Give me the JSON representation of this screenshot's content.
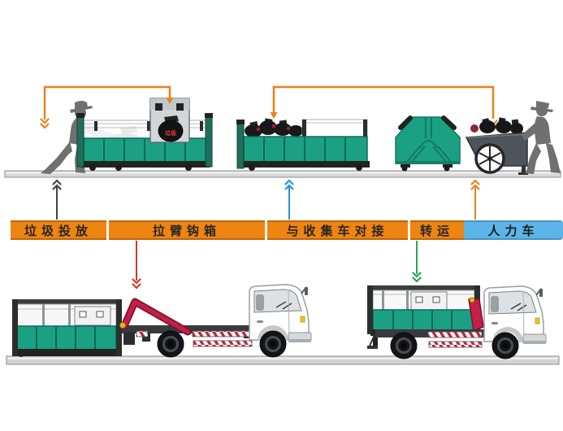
{
  "banner": {
    "segments": [
      {
        "label": "垃圾投放"
      },
      {
        "label": "拉臂钩箱"
      },
      {
        "label": "与收集车对接"
      },
      {
        "label": "转运"
      },
      {
        "label": "人力车"
      }
    ],
    "orange_color": "#EE8412",
    "blue_color": "#5CB5E6",
    "divider_color": "#FDF8EC",
    "text_color": "#262626"
  },
  "scene": {
    "bag_label": "垃圾",
    "figures": [
      "resident-dropping-bag",
      "hook-container-with-hopper",
      "open-top-container",
      "sealed-transfer-container",
      "hand-cart",
      "sanitation-worker",
      "hook-lift-truck",
      "container-transfer-truck"
    ]
  },
  "colors": {
    "container_green": "#1BA084",
    "dark_trim": "#20251F",
    "hook_arm_red": "#C22047",
    "hazard_red": "#C3273A",
    "arrow_orange": "#E8821C",
    "arrow_blue": "#2E8FD0",
    "arrow_green": "#2AA357",
    "arrow_red": "#D3392E",
    "arrow_dark": "#43434B",
    "silhouette_gray": "#707070",
    "ground_gray": "#D8D8D8"
  }
}
